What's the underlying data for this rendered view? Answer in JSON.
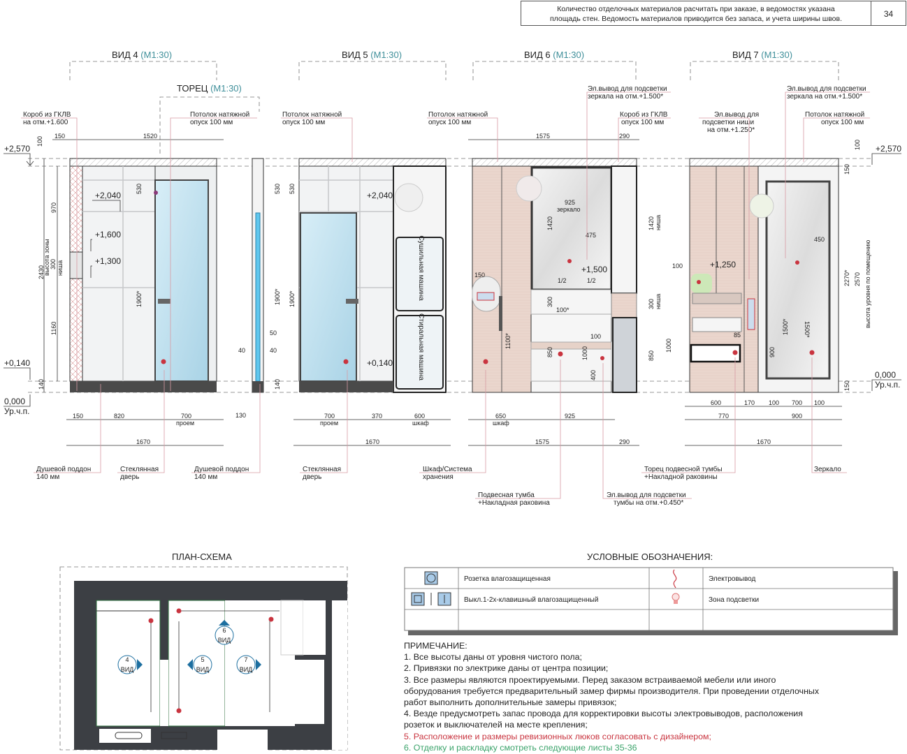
{
  "header": {
    "note_line1": "Количество отделочных материалов расчитать при заказе, в ведомостях указана",
    "note_line2": "площадь стен. Ведомость материалов приводится без запаса, и учета ширины швов.",
    "sheet_number": "34"
  },
  "views": {
    "v4": {
      "title": "ВИД 4",
      "scale": "(М1:30)"
    },
    "torec": {
      "title": "ТОРЕЦ",
      "scale": "(М1:30)"
    },
    "v5": {
      "title": "ВИД 5",
      "scale": "(М1:30)"
    },
    "v6": {
      "title": "ВИД 6",
      "scale": "(М1:30)"
    },
    "v7": {
      "title": "ВИД 7",
      "scale": "(М1:30)"
    }
  },
  "callouts": {
    "korob1_a": "Короб из ГКЛВ",
    "korob1_b": "на отм.+1.600",
    "ceiling_a": "Потолок натяжной",
    "ceiling_b": "опуск 100 мм",
    "el_mirror_a": "Эл.вывод для подсветки",
    "el_mirror_b": "зеркала на отм.+1.500*",
    "korob2_a": "Короб из ГКЛВ",
    "korob2_b": "опуск 100 мм",
    "el_niche_a": "Эл.вывод для",
    "el_niche_b": "подсветки ниши",
    "el_niche_c": "на отм.+1.250*",
    "tray_a": "Душевой поддон",
    "tray_b": "140 мм",
    "glass_a": "Стеклянная",
    "glass_b": "дверь",
    "storage_a": "Шкаф/Система",
    "storage_b": "хранения",
    "vanity_a": "Подвесная тумба",
    "vanity_b": "+Накладная раковина",
    "el_vanity_a": "Эл.вывод для подсветки",
    "el_vanity_b": "тумбы на отм.+0.450*",
    "vanity_end_a": "Торец подвесной тумбы",
    "vanity_end_b": "+Накладной раковины",
    "mirror": "Зеркало",
    "dryer": "Сушильная машина",
    "washer": "Стиральная машина"
  },
  "levels": {
    "top": "+2,570",
    "tray": "+0,140",
    "zero": "0,000",
    "floor_label": "Ур.ч.п.",
    "l2040": "+2,040",
    "l1600": "+1,600",
    "l1300": "+1,300",
    "l1500": "+1,500",
    "l1250": "+1,250"
  },
  "dims": {
    "v4": [
      "150",
      "1520",
      "100",
      "970",
      "2430",
      "1160",
      "140",
      "530",
      "1900*",
      "300",
      "высота зоны",
      "ниша",
      "150",
      "820",
      "700",
      "проем",
      "1670"
    ],
    "torec": [
      "130",
      "50",
      "40",
      "40",
      "530",
      "1900*",
      "140"
    ],
    "v5": [
      "530",
      "1900*",
      "700",
      "проем",
      "370",
      "600",
      "шкаф",
      "1670"
    ],
    "v6": [
      "1575",
      "290",
      "925",
      "зеркало",
      "1420",
      "475",
      "1/2",
      "1/2",
      "150",
      "100*",
      "300",
      "1100*",
      "850",
      "1000",
      "100",
      "400",
      "650",
      "шкаф",
      "925",
      "1575",
      "290",
      "1420",
      "ниша",
      "300",
      "ниша",
      "850",
      "1000"
    ],
    "v7": [
      "100",
      "150",
      "450",
      "100",
      "85",
      "1500*",
      "1500*",
      "900",
      "2270*",
      "2570",
      "высота уровня по помещению",
      "150",
      "600",
      "170",
      "100",
      "700",
      "100",
      "770",
      "900",
      "1670"
    ]
  },
  "plan": {
    "title": "ПЛАН-СХЕМА",
    "markers": [
      {
        "num": "4",
        "label": "ВИД"
      },
      {
        "num": "5",
        "label": "ВИД"
      },
      {
        "num": "6",
        "label": "ВИД"
      },
      {
        "num": "7",
        "label": "ВИД"
      }
    ]
  },
  "legend": {
    "title": "УСЛОВНЫЕ ОБОЗНАЧЕНИЯ:",
    "items": [
      {
        "icon": "socket-icon",
        "label": "Розетка влагозащищенная"
      },
      {
        "icon": "wire-icon",
        "label": "Электровывод"
      },
      {
        "icon": "switch-icon",
        "label": "Выкл.1-2х-клавишный влагозащищенный"
      },
      {
        "icon": "lamp-icon",
        "label": "Зона подсветки"
      }
    ]
  },
  "notes": {
    "title": "ПРИМЕЧАНИЕ:",
    "lines": [
      "1. Все высоты даны от уровня чистого пола;",
      "2. Привязки по электрике даны от центра позиции;",
      "3. Все размеры являются проектируемыми. Перед заказом встраиваемой мебели или иного",
      "оборудования требуется предварительный замер фирмы производителя.  При проведении отделочных",
      "работ выполнить дополнительные замеры привязок;",
      "4. Везде предусмотреть запас провода для корректировки высоты электровыводов, расположения",
      "розеток и выключателей на месте крепления;",
      "5. Расположение и размеры ревизионных люков согласовать с дизайнером;",
      "6. Отделку и раскладку смотреть следующие листы 35-36"
    ]
  },
  "colors": {
    "accent_scale": "#3f8f9a",
    "wood": "#e8d2c8",
    "glass": "#bfe0ef",
    "wall": "#3c3f44",
    "elec": "#c9343f",
    "note_red": "#c9343f",
    "note_green": "#3aa36a"
  }
}
